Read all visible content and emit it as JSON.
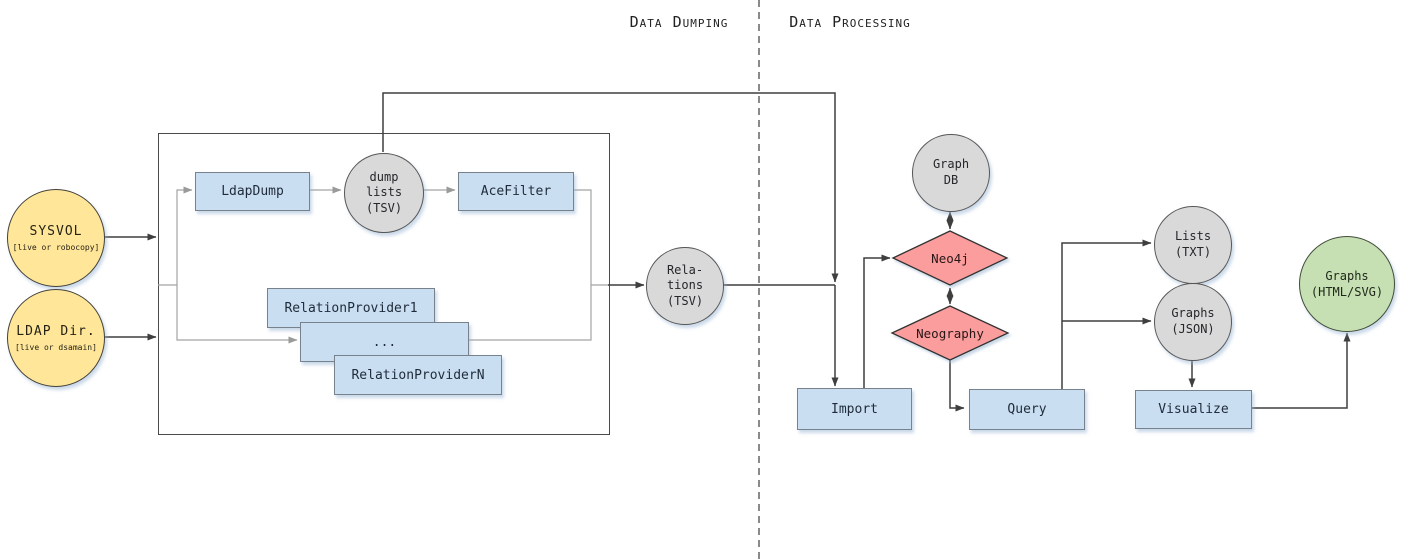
{
  "headers": {
    "dumping": "Data Dumping",
    "processing": "Data Processing"
  },
  "sources": {
    "sysvol": {
      "label": "SYSVOL",
      "note": "[live or robocopy]"
    },
    "ldap_dir": {
      "label": "LDAP Dir.",
      "note": "[live or dsamain]"
    }
  },
  "dumping_pipeline": {
    "ldapdump": "LdapDump",
    "dump_lists": "dump\nlists\n(TSV)",
    "acefilter": "AceFilter",
    "relation_provider_1": "RelationProvider1",
    "relation_provider_ellipsis": "...",
    "relation_provider_n": "RelationProviderN",
    "relations": "Rela-\ntions\n(TSV)"
  },
  "processing_pipeline": {
    "graph_db": "Graph\nDB",
    "neo4j": "Neo4j",
    "neography": "Neography",
    "import": "Import",
    "query": "Query",
    "lists_txt": "Lists\n(TXT)",
    "graphs_json": "Graphs\n(JSON)",
    "visualize": "Visualize",
    "graphs_html_svg": "Graphs\n(HTML/SVG)"
  },
  "colors": {
    "source_fill": "#ffe699",
    "process_fill": "#c9def1",
    "artifact_fill": "#d9d9d9",
    "db_fill": "#fb9d9d",
    "output_fill": "#c6e0b4",
    "line_dark": "#3f3f3f",
    "line_gray": "#a3a3a3"
  }
}
